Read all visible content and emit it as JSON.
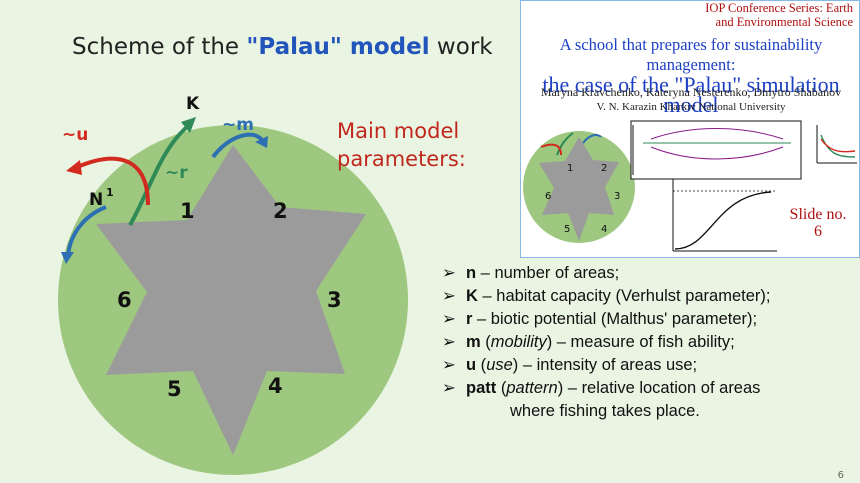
{
  "title": {
    "prefix": "Scheme of the ",
    "highlight": "\"Palau\" model",
    "suffix": " work"
  },
  "scheme": {
    "sectors": [
      "1",
      "2",
      "3",
      "4",
      "5",
      "6"
    ],
    "labels": {
      "k": "K",
      "u": "~u",
      "m": "~m",
      "r": "~r",
      "n": "N"
    }
  },
  "main_params": {
    "line1": "Main model",
    "line2": "parameters:"
  },
  "paper": {
    "series_line1": "IOP Conference Series: Earth",
    "series_line2": "and Environmental Science",
    "title_line1": "A school that prepares for sustainability management:",
    "title_line2": "the case of the \"Palau\" simulation model",
    "authors": "Maryna Kravchenko, Kateryna Nesterenko, Dmytro Shabanov",
    "university": "V. N. Karazin Kharkiv National University",
    "slide_label": "Slide no.",
    "slide_number": "6"
  },
  "bullets": [
    {
      "key": "n",
      "key_italic": "",
      "text": " – number of areas;"
    },
    {
      "key": "K",
      "key_italic": "",
      "text": " – habitat capacity (Verhulst parameter);"
    },
    {
      "key": "r",
      "key_italic": "",
      "text": " – biotic potential (Malthus' parameter);"
    },
    {
      "key": "m",
      "key_italic": "mobility",
      "text": " – measure of fish ability;"
    },
    {
      "key": "u",
      "key_italic": "use",
      "text": " – intensity of areas use;"
    },
    {
      "key": "patt",
      "key_italic": "pattern",
      "text": " – relative location of areas"
    }
  ],
  "bullet_cont": "where fishing takes place.",
  "page_number": "6",
  "colors": {
    "circle": "#9ec77f",
    "star": "#9b9b9b",
    "blue": "#2d6fb3",
    "red": "#d32a1f",
    "green": "#2e8a57",
    "title_blue": "#2255bb"
  }
}
